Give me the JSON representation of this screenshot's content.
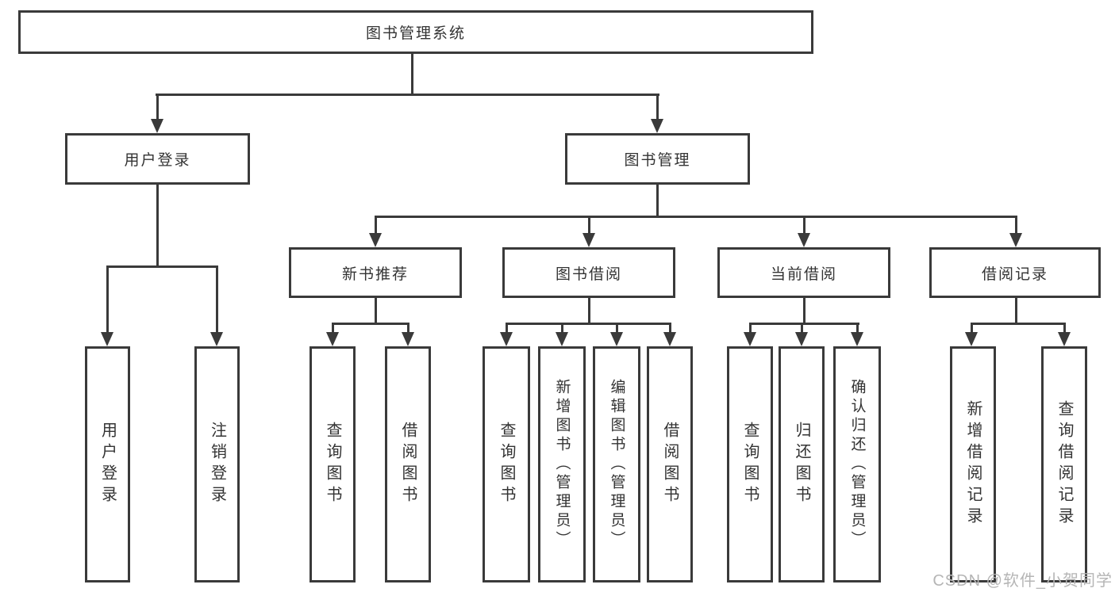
{
  "watermark": "CSDN @软件_小贺同学",
  "colors": {
    "line": "#3a3a3a",
    "text": "#333333",
    "watermark": "#b5b5b5",
    "background": "#ffffff"
  },
  "tree": {
    "label": "图书管理系统",
    "children": [
      {
        "label": "用户登录",
        "children": [
          {
            "label": "用户登录"
          },
          {
            "label": "注销登录"
          }
        ]
      },
      {
        "label": "图书管理",
        "children": [
          {
            "label": "新书推荐",
            "children": [
              {
                "label": "查询图书"
              },
              {
                "label": "借阅图书"
              }
            ]
          },
          {
            "label": "图书借阅",
            "children": [
              {
                "label": "查询图书"
              },
              {
                "label": "新增图书（管理员）"
              },
              {
                "label": "编辑图书（管理员）"
              },
              {
                "label": "借阅图书"
              }
            ]
          },
          {
            "label": "当前借阅",
            "children": [
              {
                "label": "查询图书"
              },
              {
                "label": "归还图书"
              },
              {
                "label": "确认归还（管理员）"
              }
            ]
          },
          {
            "label": "借阅记录",
            "children": [
              {
                "label": "新增借阅记录"
              },
              {
                "label": "查询借阅记录"
              }
            ]
          }
        ]
      }
    ]
  }
}
